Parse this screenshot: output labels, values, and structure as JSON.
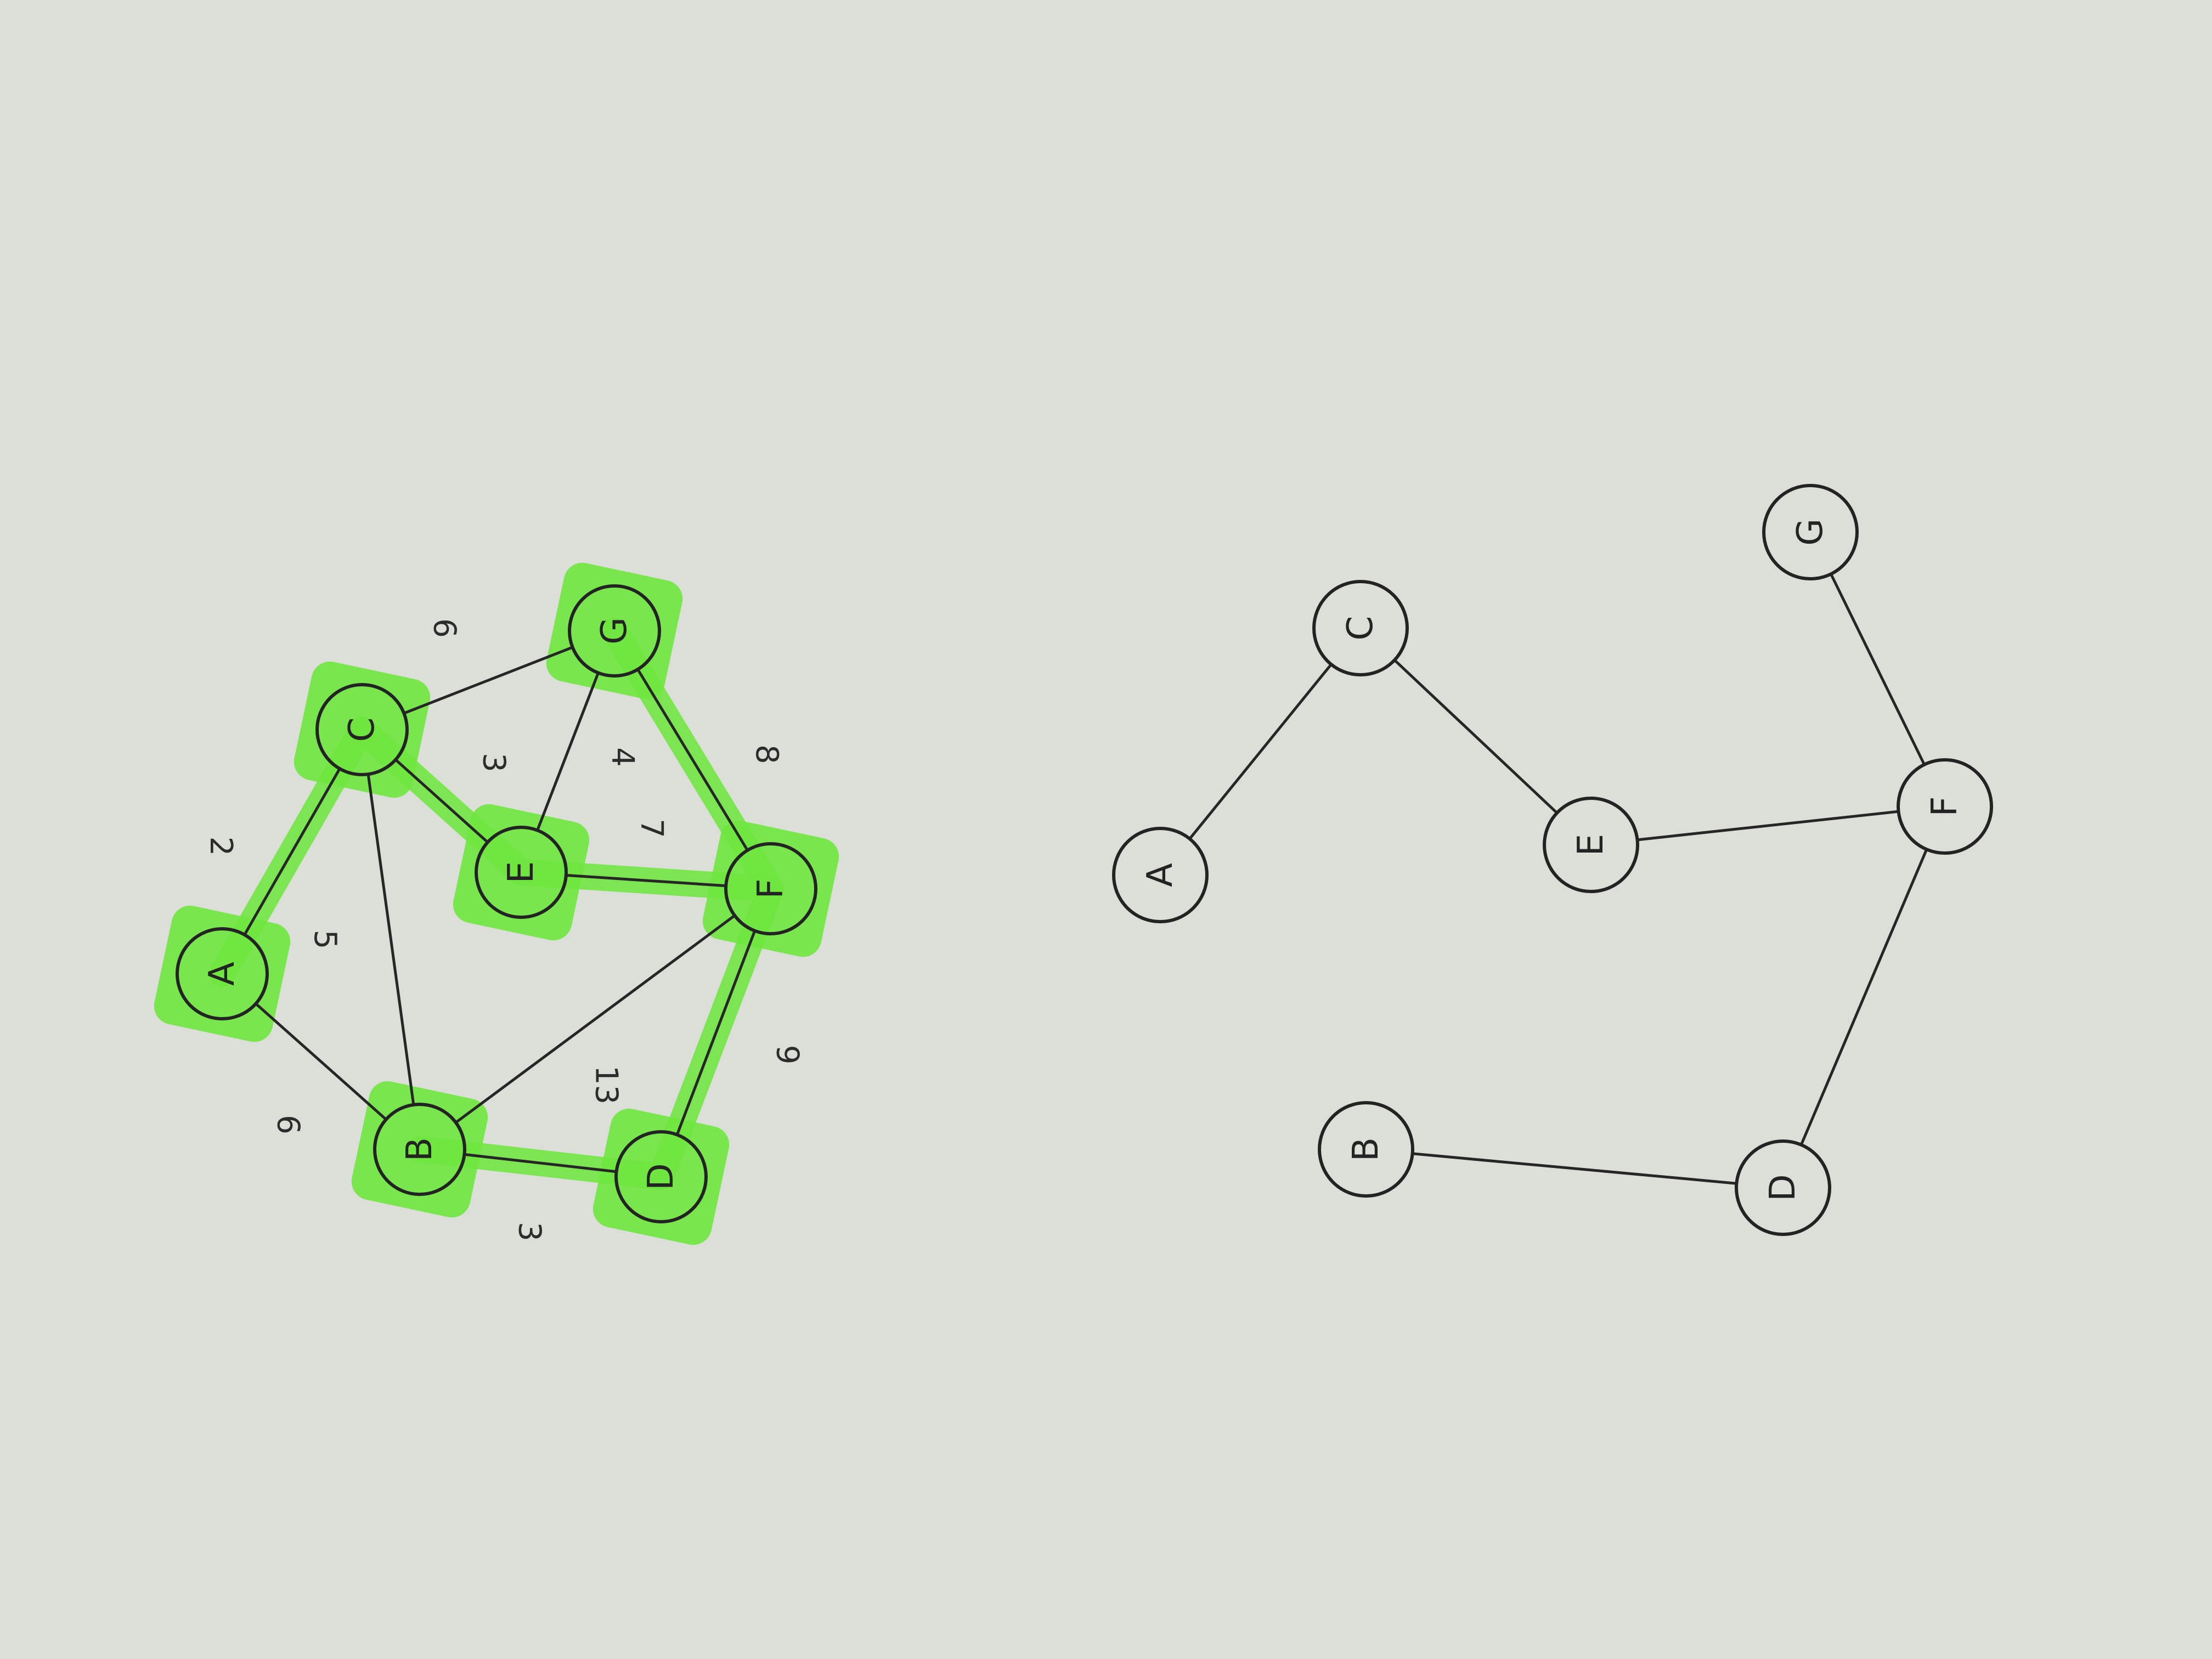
{
  "graph": {
    "nodes": [
      {
        "id": "A",
        "label": "A"
      },
      {
        "id": "B",
        "label": "B"
      },
      {
        "id": "C",
        "label": "C"
      },
      {
        "id": "D",
        "label": "D"
      },
      {
        "id": "E",
        "label": "E"
      },
      {
        "id": "F",
        "label": "F"
      },
      {
        "id": "G",
        "label": "G"
      }
    ],
    "edges": [
      {
        "from": "A",
        "to": "C",
        "weight": "2",
        "highlighted": true
      },
      {
        "from": "A",
        "to": "B",
        "weight": "6",
        "highlighted": false
      },
      {
        "from": "C",
        "to": "B",
        "weight": "5",
        "highlighted": false
      },
      {
        "from": "C",
        "to": "E",
        "weight": "3",
        "highlighted": true
      },
      {
        "from": "C",
        "to": "G",
        "weight": "6",
        "highlighted": false
      },
      {
        "from": "G",
        "to": "E",
        "weight": "4",
        "highlighted": false
      },
      {
        "from": "G",
        "to": "F",
        "weight": "8",
        "highlighted": true
      },
      {
        "from": "E",
        "to": "F",
        "weight": "7",
        "highlighted": true
      },
      {
        "from": "B",
        "to": "F",
        "weight": "13",
        "highlighted": false
      },
      {
        "from": "B",
        "to": "D",
        "weight": "3",
        "highlighted": true
      },
      {
        "from": "D",
        "to": "F",
        "weight": "9",
        "highlighted": true
      }
    ]
  },
  "tree": {
    "edges": [
      {
        "from": "A",
        "to": "C"
      },
      {
        "from": "C",
        "to": "E"
      },
      {
        "from": "E",
        "to": "F"
      },
      {
        "from": "G",
        "to": "F"
      },
      {
        "from": "F",
        "to": "D"
      },
      {
        "from": "D",
        "to": "B"
      }
    ]
  },
  "colors": {
    "paper": "#dcdfd8",
    "ink": "#262626",
    "highlight": "#6fe640"
  }
}
